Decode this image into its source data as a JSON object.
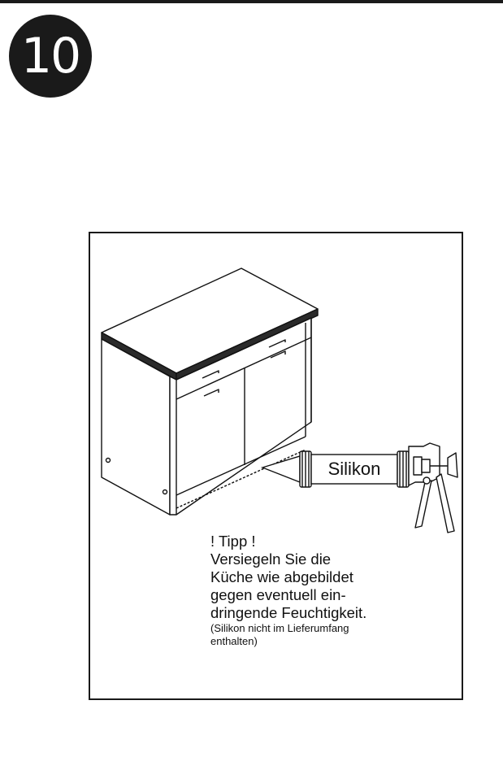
{
  "step": {
    "number": "10"
  },
  "illustration": {
    "tube_label": "Silikon",
    "icons": [
      "kitchen-cabinet-icon",
      "caulking-gun-icon",
      "silicone-tube-icon"
    ]
  },
  "tip": {
    "heading": "! Tipp !",
    "lines": [
      "Versiegeln Sie die",
      "Küche wie abgebildet",
      "gegen eventuell ein-",
      "dringende Feuchtigkeit."
    ],
    "note_lines": [
      "(Silikon nicht im Lieferumfang",
      "enthalten)"
    ]
  }
}
